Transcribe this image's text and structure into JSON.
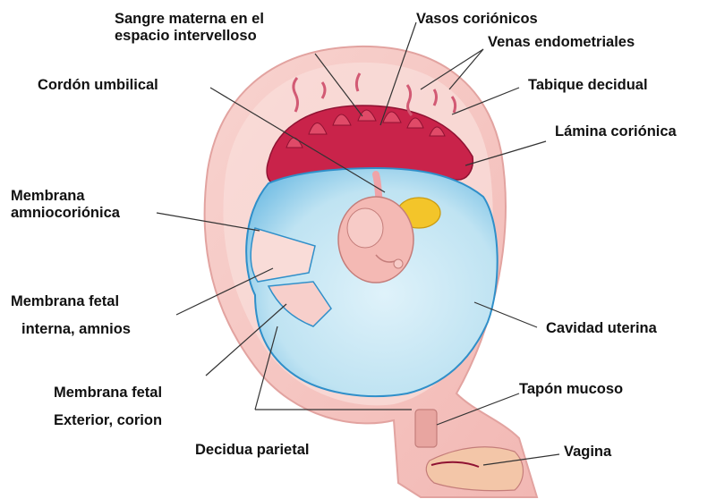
{
  "labels": {
    "sangre_line1": "Sangre materna en el",
    "sangre_line2": "espacio intervelloso",
    "vasos_corionicos": "Vasos coriónicos",
    "venas_endometriales": "Venas endometriales",
    "cordon_umbilical": "Cordón umbilical",
    "tabique_decidual": "Tabique decidual",
    "lamina_corionica": "Lámina coriónica",
    "membrana_amnio_line1": "Membrana",
    "membrana_amnio_line2": "amniocoriónica",
    "membrana_interna_line1": "Membrana fetal",
    "membrana_interna_line2": "interna, amnios",
    "cavidad_uterina": "Cavidad uterina",
    "membrana_exterior_line1": "Membrana fetal",
    "membrana_exterior_line2": "Exterior, corion",
    "tapon_mucoso": "Tapón mucoso",
    "decidua_parietal": "Decidua parietal",
    "vagina": "Vagina"
  },
  "colors": {
    "uterine_wall": "#f6c7c3",
    "uterine_wall_outline": "#e2a3a0",
    "placenta": "#c9234a",
    "amniotic_fluid": "#bfe3f2",
    "amniotic_fluid_dark": "#2f8fc9",
    "yolk_sac": "#f3c52a",
    "embryo": "#f4b9b4",
    "leader_line": "#333333"
  }
}
